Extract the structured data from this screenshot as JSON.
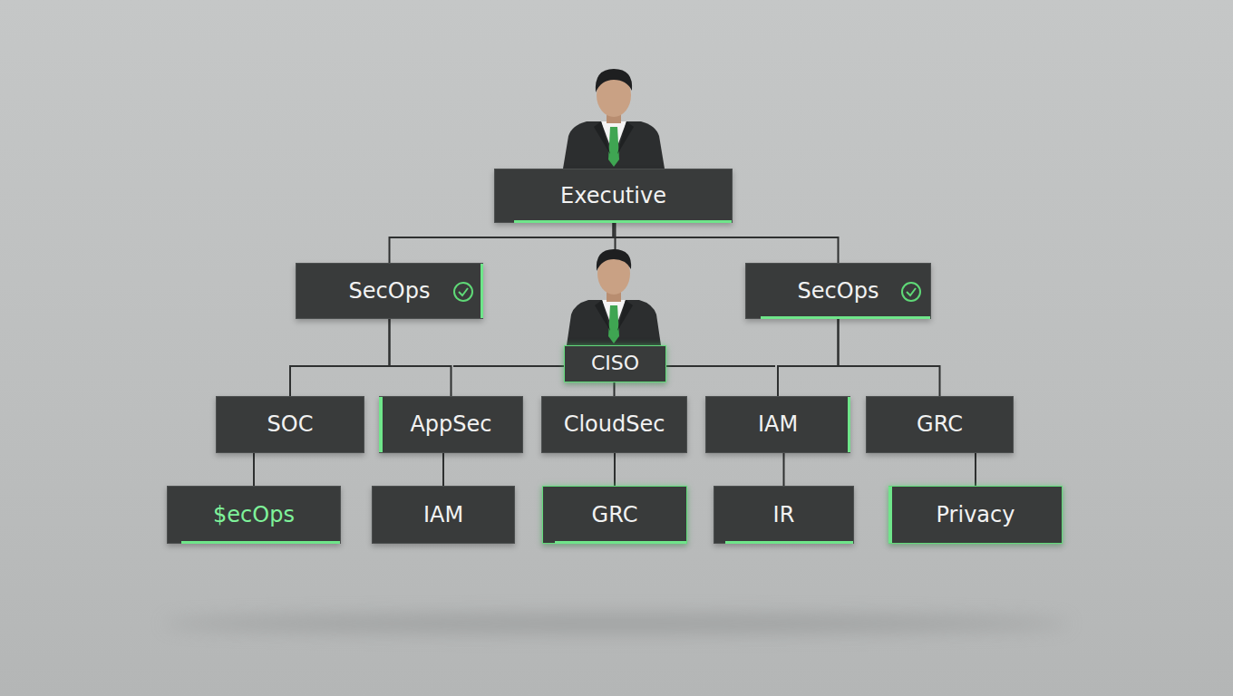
{
  "diagram": {
    "nodes": [
      {
        "text": [
          "Executive"
        ]
      },
      {
        "text": [
          "SecOps"
        ]
      },
      {
        "text": [
          "SecOps"
        ]
      },
      {
        "text": [
          "CISO"
        ]
      },
      {
        "text": [
          "SOC"
        ]
      },
      {
        "text": [
          "AppSec"
        ]
      },
      {
        "text": [
          "CloudSec"
        ]
      },
      {
        "text": [
          "IAM"
        ]
      },
      {
        "text": [
          "GRC"
        ]
      },
      {
        "text": [
          "$ecOps"
        ]
      },
      {
        "text": [
          "IAM"
        ]
      },
      {
        "text": [
          "GRC"
        ]
      },
      {
        "text": [
          "IR"
        ]
      },
      {
        "text": [
          "Privacy"
        ]
      }
    ],
    "edges": [
      {
        "from": 0,
        "to": 1,
        "arrow": "none"
      },
      {
        "from": 0,
        "to": 2,
        "arrow": "none"
      },
      {
        "from": 0,
        "to": 3,
        "arrow": "none"
      },
      {
        "from": 1,
        "to": 4,
        "arrow": "none"
      },
      {
        "from": 1,
        "to": 5,
        "arrow": "none"
      },
      {
        "from": 3,
        "to": 6,
        "arrow": "none"
      },
      {
        "from": 2,
        "to": 7,
        "arrow": "none"
      },
      {
        "from": 2,
        "to": 8,
        "arrow": "none"
      },
      {
        "from": 4,
        "to": 9,
        "arrow": "none"
      },
      {
        "from": 5,
        "to": 10,
        "arrow": "none"
      },
      {
        "from": 6,
        "to": 11,
        "arrow": "none"
      },
      {
        "from": 7,
        "to": 12,
        "arrow": "none"
      },
      {
        "from": 8,
        "to": 13,
        "arrow": "none"
      }
    ]
  }
}
